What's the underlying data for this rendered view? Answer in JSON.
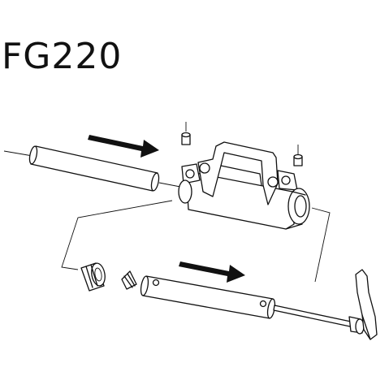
{
  "title": "FG220",
  "colors": {
    "line": "#111111",
    "background": "#ffffff",
    "arrow": "#111111"
  },
  "parts": [
    "tube-part",
    "clamp-bracket-part",
    "set-screw-part",
    "end-cap-part",
    "cone-nut-part",
    "axle-part",
    "quick-release-skewer-part"
  ]
}
